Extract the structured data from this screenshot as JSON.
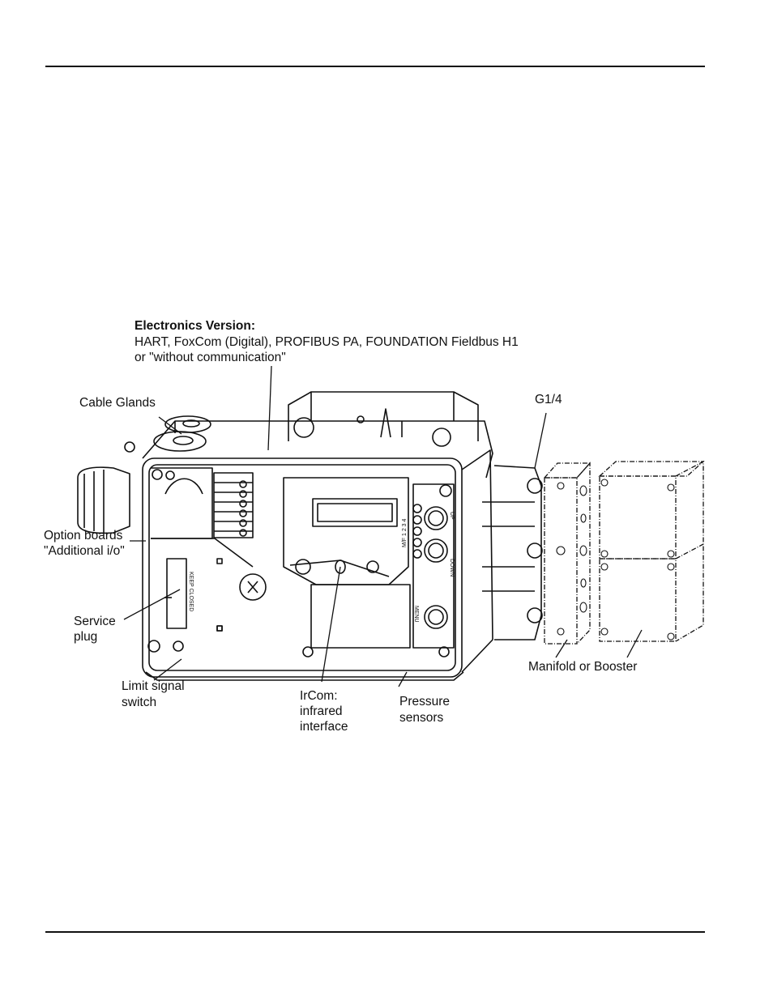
{
  "title": {
    "heading": "Electronics Version:",
    "line1": "HART, FoxCom (Digital), PROFIBUS PA, FOUNDATION Fieldbus H1",
    "line2": "or \"without communication\""
  },
  "labels": {
    "cable_glands": "Cable Glands",
    "option_boards_1": "Option boards",
    "option_boards_2": "\"Additional i/o\"",
    "service_plug_1": "Service",
    "service_plug_2": "plug",
    "limit_switch_1": "Limit signal",
    "limit_switch_2": "switch",
    "ircom_1": "IrCom:",
    "ircom_2": "infrared",
    "ircom_3": "interface",
    "pressure_1": "Pressure",
    "pressure_2": "sensors",
    "g14": "G1/4",
    "manifold": "Manifold or Booster"
  },
  "device_text": {
    "keep_closed": "KEEP CLOSED",
    "up": "UP",
    "down": "DOWN",
    "menu": "MENU",
    "mf": "M/F 1 2 3 4"
  }
}
